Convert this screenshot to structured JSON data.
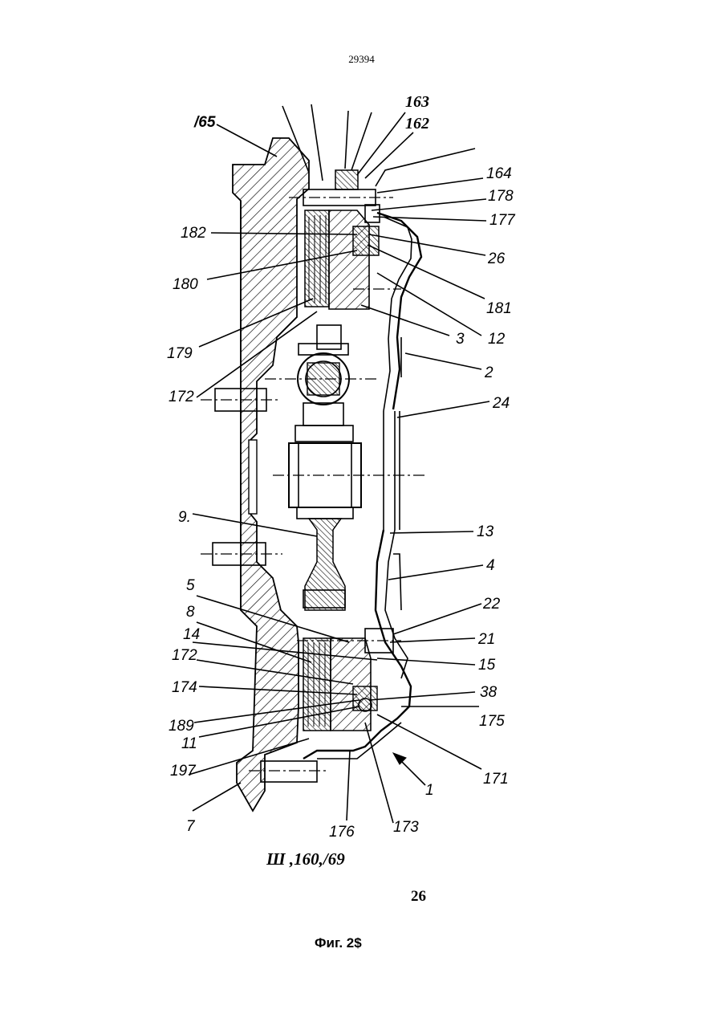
{
  "page_number": "29394",
  "caption_line1": "Ш ,160,/69",
  "caption_line2": "26",
  "figure_title": "Фиг. 2$",
  "callouts": {
    "c163": "163",
    "c162": "162",
    "c165": "/65",
    "c164": "164",
    "c178": "178",
    "c177": "177",
    "c182": "182",
    "c26": "26",
    "c180": "180",
    "c181": "181",
    "c12": "12",
    "c3": "3",
    "c179": "179",
    "c2": "2",
    "c172a": "172",
    "c24": "24",
    "c9": "9.",
    "c13": "13",
    "c4": "4",
    "c5": "5",
    "c22": "22",
    "c8": "8",
    "c21": "21",
    "c14": "14",
    "c15": "15",
    "c172b": "172",
    "c174": "174",
    "c38": "38",
    "c175": "175",
    "c189": "189",
    "c11": "11",
    "c171": "171",
    "c197": "197",
    "c1": "1",
    "c7": "7",
    "c176": "176",
    "c173": "173"
  }
}
